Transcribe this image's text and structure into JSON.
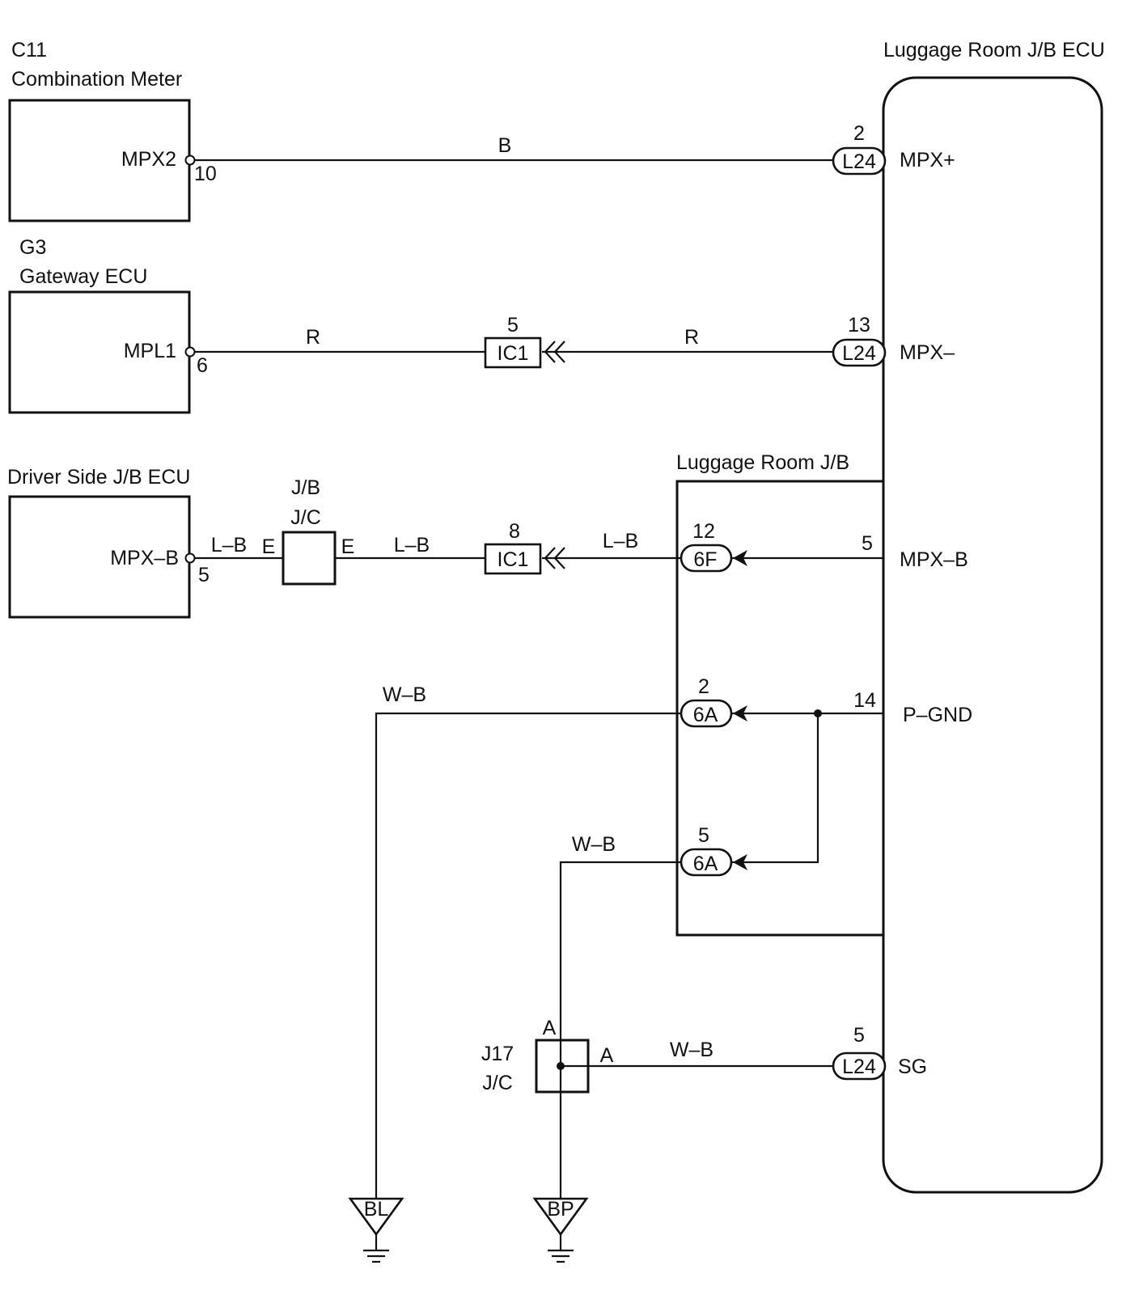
{
  "components": {
    "c11": {
      "code": "C11",
      "name": "Combination Meter",
      "pin_name": "MPX2",
      "pin": "10"
    },
    "g3": {
      "code": "G3",
      "name": "Gateway ECU",
      "pin_name": "MPL1",
      "pin": "6"
    },
    "driver": {
      "name": "Driver Side J/B ECU",
      "pin_name": "MPX–B",
      "pin": "5"
    },
    "jb_jc": {
      "line1": "J/B",
      "line2": "J/C",
      "term_left": "E",
      "term_right": "E"
    },
    "ecu": {
      "name": "Luggage Room J/B ECU",
      "pins": {
        "mpx_plus": {
          "num": "2",
          "label": "MPX+"
        },
        "mpx_minus": {
          "num": "13",
          "label": "MPX–"
        },
        "mpx_b": {
          "num": "5",
          "label": "MPX–B"
        },
        "pgnd": {
          "num": "14",
          "label": "P–GND"
        },
        "sg": {
          "num": "5",
          "label": "SG"
        }
      }
    },
    "luggage_jb": {
      "name": "Luggage Room J/B"
    },
    "j17": {
      "line1": "J17",
      "line2": "J/C",
      "term_top": "A",
      "term_right": "A"
    }
  },
  "connectors": {
    "l24_a": {
      "code": "L24"
    },
    "l24_b": {
      "code": "L24"
    },
    "l24_c": {
      "code": "L24"
    },
    "ic1_a": {
      "code": "IC1",
      "pin": "5"
    },
    "ic1_b": {
      "code": "IC1",
      "pin": "8"
    },
    "f6": {
      "code": "6F",
      "pin": "12"
    },
    "a6_a": {
      "code": "6A",
      "pin": "2"
    },
    "a6_b": {
      "code": "6A",
      "pin": "5"
    }
  },
  "wires": {
    "b": "B",
    "r1": "R",
    "r2": "R",
    "lb1": "L–B",
    "lb2": "L–B",
    "lb3": "L–B",
    "wb1": "W–B",
    "wb2": "W–B",
    "wb3": "W–B"
  },
  "grounds": {
    "bl": "BL",
    "bp": "BP"
  }
}
